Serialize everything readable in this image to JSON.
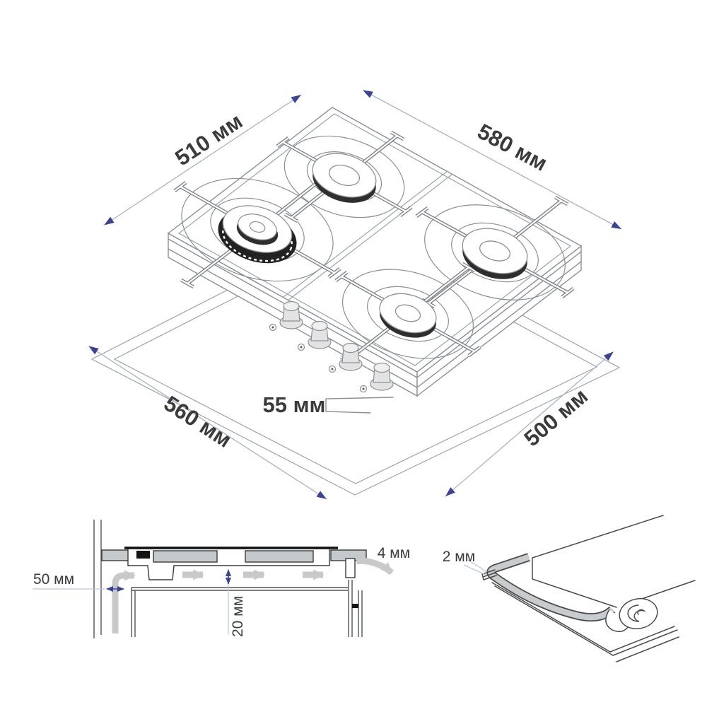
{
  "diagram": {
    "subject": "4-burner gas hob installation dimensions",
    "units": "мм",
    "colors": {
      "background": "#ffffff",
      "dimension_arrow": "#3b4395",
      "dimension_line": "#aab3c6",
      "pointer_line": "#bcc8da",
      "label_text": "#3b3b3b",
      "drawing_line": "#8b9096",
      "detail_line": "#4a4a4a",
      "gray_fill": "#c6c9cc",
      "airflow_arrow": "#c7c9cb",
      "burner_dark": "#2e2e2e"
    }
  },
  "labels": {
    "hob_width": "510 мм",
    "hob_depth": "580 мм",
    "hob_height": "55 мм",
    "cutout_width": "560 мм",
    "cutout_depth": "500 мм",
    "wall_clearance": "50 мм",
    "vent_gap": "4 мм",
    "bottom_clearance": "20 мм",
    "seal_thickness": "2 мм"
  },
  "views": {
    "isometric": {
      "burner_count": 4,
      "knob_count": 4
    },
    "section": {
      "airflow_arrows": 4
    },
    "seal_detail": {
      "item": "seal tape roll at cutout corner"
    }
  }
}
